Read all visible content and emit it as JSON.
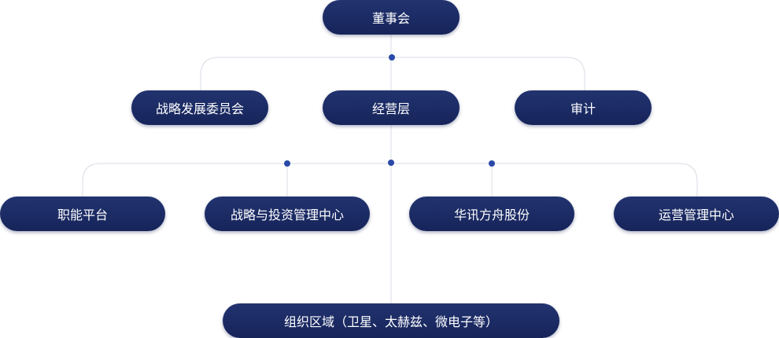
{
  "org_chart": {
    "board": "董事会",
    "level2": [
      "战略发展委员会",
      "经营层",
      "审计"
    ],
    "level3": [
      "职能平台",
      "战略与投资管理中心",
      "华讯方舟股份",
      "运营管理中心"
    ],
    "level4": "组织区域（卫星、太赫兹、微电子等）"
  },
  "colors": {
    "node_fill": "#1b2a66",
    "connector": "#d9dce4",
    "dot": "#2a49a8"
  }
}
